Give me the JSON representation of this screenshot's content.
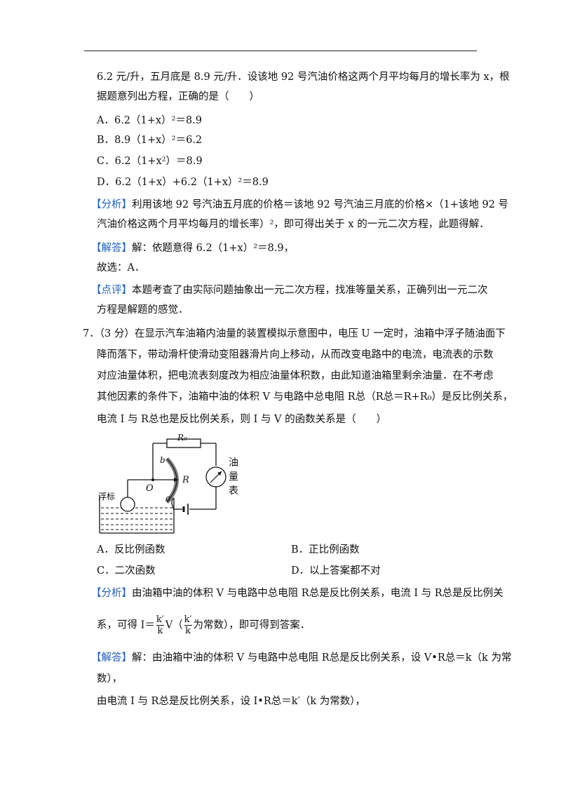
{
  "q6": {
    "l1": "6.2 元/升，五月底是 8.9 元/升．设该地 92 号汽油价格这两个月平均每月的增长率为 x，根",
    "l2": "据题意列出方程，正确的是（　　）",
    "optA": "A．6.2（1+x）²＝8.9",
    "optB": "B．8.9（1+x）²＝6.2",
    "optC": "C．6.2（1+x²）＝8.9",
    "optD": "D．6.2（1+x）+6.2（1+x）²＝8.9",
    "analysis_tag": "【分析】",
    "analysis_l1": "利用该地 92 号汽油五月底的价格＝该地 92 号汽油三月底的价格×（1+该地 92 号",
    "analysis_l2": "汽油价格这两个月平均每月的增长率）²，即可得出关于 x 的一元二次方程，此题得解．",
    "answer_tag": "【解答】",
    "answer_l1": "解：依题意得 6.2（1+x）²＝8.9，",
    "answer_l2": "故选：A．",
    "comment_tag": "【点评】",
    "comment_l1": "本题考查了由实际问题抽象出一元二次方程，找准等量关系，正确列出一元二次",
    "comment_l2": "方程是解题的感觉．"
  },
  "q7": {
    "num": "7．",
    "l1": "（3 分）在显示汽车油箱内油量的装置模拟示意图中，电压 U 一定时，油箱中浮子随油面下",
    "l2": "降而落下，带动滑杆使滑动变阻器滑片向上移动，从而改变电路中的电流，电流表的示数",
    "l3": "对应油量体积，把电流表刻度改为相应油量体积数，由此知道油箱里剩余油量．在不考虑",
    "l4": "其他因素的条件下，油箱中油的体积 V 与电路中总电阻 R总（R总＝R+R₀）是反比例关系，",
    "l5": "电流 I 与 R总也是反比例关系，则 I 与 V 的函数关系是（　　）",
    "fig": {
      "r0": "R₀",
      "b": "b",
      "o": "O",
      "r": "R",
      "a": "a",
      "float": "浮标",
      "meter1": "油",
      "meter2": "量",
      "meter3": "表"
    },
    "optA": "A．反比例函数",
    "optB": "B．正比例函数",
    "optC": "C．二次函数",
    "optD": "D．以上答案都不对",
    "analysis_tag": "【分析】",
    "analysis_l1": "由油箱中油的体积 V 与电路中总电阻 R总是反比例关系，电流 I 与 R总是反比例关",
    "analysis_l2a": "系，可得 I＝",
    "frac_num": "k′",
    "frac_den": "k",
    "analysis_l2b": "V（",
    "analysis_l2c": "为常数），即可得到答案．",
    "answer_tag": "【解答】",
    "answer_l1": "解：由油箱中油的体积 V 与电路中总电阻 R总是反比例关系，设 V•R总＝k（k 为常",
    "answer_l2": "数），",
    "answer_l3": "由电流 I 与 R总是反比例关系，设 I•R总＝k′（k 为常数），"
  }
}
